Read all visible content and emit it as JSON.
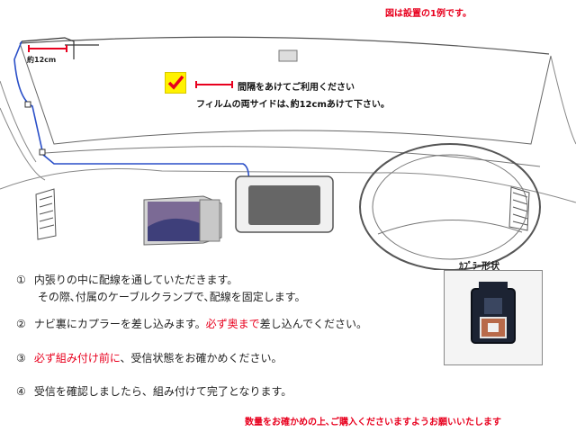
{
  "top_note": "図は設置の1例です。",
  "distance_label": "約12cm",
  "hints": {
    "line1": "間隔をあけてご利用ください",
    "line2": "フィルムの両サイドは､約12cmあけて下さい。"
  },
  "steps": [
    {
      "num": "①",
      "parts": [
        {
          "text": "内張りの中に配線を通していただきます。",
          "red": false
        }
      ]
    },
    {
      "num": "",
      "parts": [
        {
          "text": "その際､付属のケーブルクランプで､配線を固定します。",
          "red": false
        }
      ]
    },
    {
      "num": "②",
      "parts": [
        {
          "text": "ナビ裏にカプラーを差し込みます。",
          "red": false
        },
        {
          "text": "必ず奥まで",
          "red": true
        },
        {
          "text": "差し込んでください。",
          "red": false
        }
      ]
    },
    {
      "num": "③",
      "parts": [
        {
          "text": "必ず組み付け前に",
          "red": true
        },
        {
          "text": "、受信状態をお確かめください。",
          "red": false
        }
      ]
    },
    {
      "num": "④",
      "parts": [
        {
          "text": "受信を確認しましたら、組み付けて完了となります。",
          "red": false
        }
      ]
    }
  ],
  "coupler_title": "ｶﾌﾟﾗｰ形状",
  "bottom_note": "数量をお確かめの上､ご購入くださいますようお願いいたします",
  "colors": {
    "red_accent": "#e8001e",
    "cable_blue": "#2a4fc8",
    "check_yellow": "#fff200"
  },
  "icons": {
    "checkbox": "checkmark-icon"
  }
}
